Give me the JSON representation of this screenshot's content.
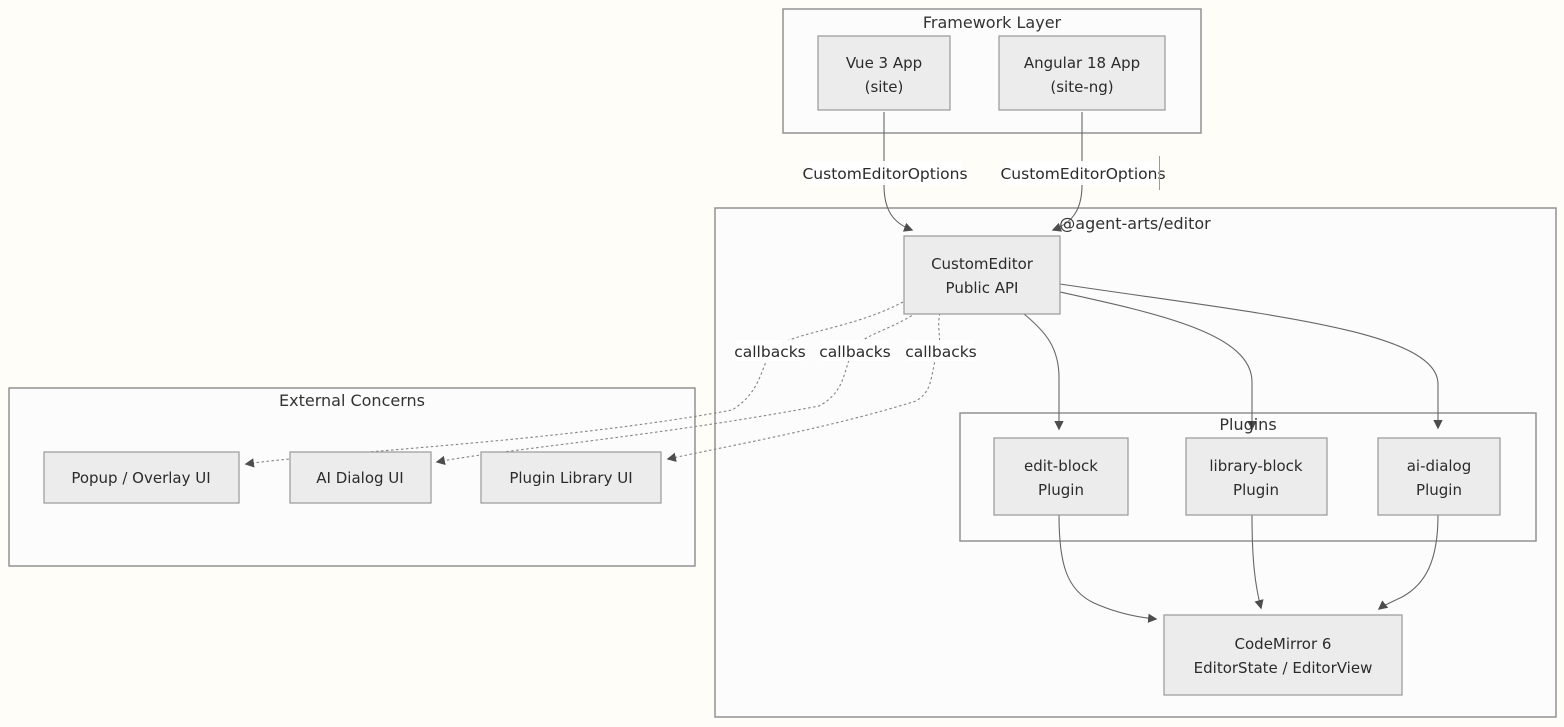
{
  "diagram": {
    "clusters": {
      "framework": {
        "title": "Framework Layer"
      },
      "editor_package": {
        "title": "@agent-arts/editor"
      },
      "external": {
        "title": "External Concerns"
      },
      "plugins": {
        "title": "Plugins"
      }
    },
    "nodes": {
      "vue_app": {
        "line1": "Vue 3 App",
        "line2": "(site)"
      },
      "angular_app": {
        "line1": "Angular 18 App",
        "line2": "(site-ng)"
      },
      "custom_editor_api": {
        "line1": "CustomEditor",
        "line2": "Public API"
      },
      "edit_block_plugin": {
        "line1": "edit-block",
        "line2": "Plugin"
      },
      "library_block_plugin": {
        "line1": "library-block",
        "line2": "Plugin"
      },
      "ai_dialog_plugin": {
        "line1": "ai-dialog",
        "line2": "Plugin"
      },
      "codemirror": {
        "line1": "CodeMirror 6",
        "line2": "EditorState / EditorView"
      },
      "popup_overlay_ui": {
        "label": "Popup / Overlay UI"
      },
      "ai_dialog_ui": {
        "label": "AI Dialog UI"
      },
      "plugin_library_ui": {
        "label": "Plugin Library UI"
      }
    },
    "edge_labels": {
      "vue_options": "CustomEditorOptions",
      "angular_options": "CustomEditorOptions",
      "callbacks_1": "callbacks",
      "callbacks_2": "callbacks",
      "callbacks_3": "callbacks"
    },
    "colors": {
      "background": "#fffdf7",
      "cluster_fill": "#fcfcfc",
      "cluster_border": "#8b8b8b",
      "node_fill": "#ececec",
      "node_border": "#999999",
      "edge": "#666666",
      "text": "#2b2b2b"
    }
  }
}
